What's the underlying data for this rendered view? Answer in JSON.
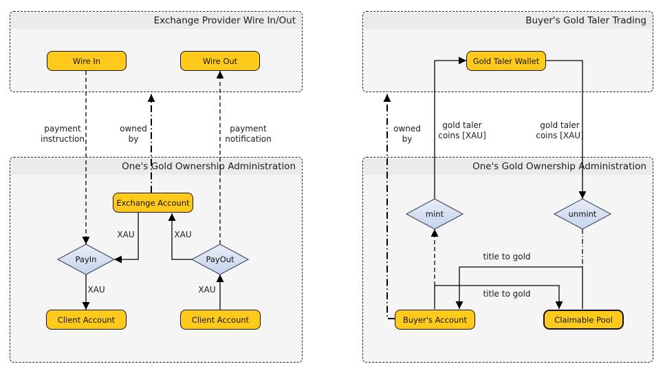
{
  "panels": {
    "wire": {
      "title": "Exchange Provider Wire In/Out"
    },
    "admin_left": {
      "title": "One's Gold Ownership Administration"
    },
    "trading": {
      "title": "Buyer's Gold Taler Trading"
    },
    "admin_right": {
      "title": "One's Gold Ownership Administration"
    }
  },
  "nodes": {
    "wire_in": "Wire In",
    "wire_out": "Wire Out",
    "exchange_account": "Exchange Account",
    "payin": "PayIn",
    "payout": "PayOut",
    "client_account_left": "Client Account",
    "client_account_right": "Client Account",
    "gold_taler_wallet": "Gold Taler Wallet",
    "mint": "mint",
    "unmint": "unmint",
    "buyers_account": "Buyer's Account",
    "claimable_pool": "Claimable Pool"
  },
  "edge_labels": {
    "payment_instruction": "payment\ninstruction",
    "owned_by_left": "owned\nby",
    "payment_notification": "payment\nnotification",
    "xau_exchange_to_payin": "XAU",
    "xau_payout_to_exchange": "XAU",
    "xau_payin_to_client": "XAU",
    "xau_client_to_payout": "XAU",
    "owned_by_right": "owned\nby",
    "gold_taler_coins_left": "gold taler\ncoins [XAU]",
    "gold_taler_coins_right": "gold taler\ncoins [XAU]",
    "title_to_gold_upper": "title to gold",
    "title_to_gold_lower": "title to gold"
  },
  "colors": {
    "node_fill": "#ffca1c",
    "node_border": "#111111",
    "diamond_fill_top": "#e9eef8",
    "diamond_fill_bottom": "#c5d3ea",
    "diamond_border": "#3f4c60",
    "panel_bg": "#f5f5f5",
    "panel_header_bg": "#ebebeb",
    "line": "#000000"
  }
}
